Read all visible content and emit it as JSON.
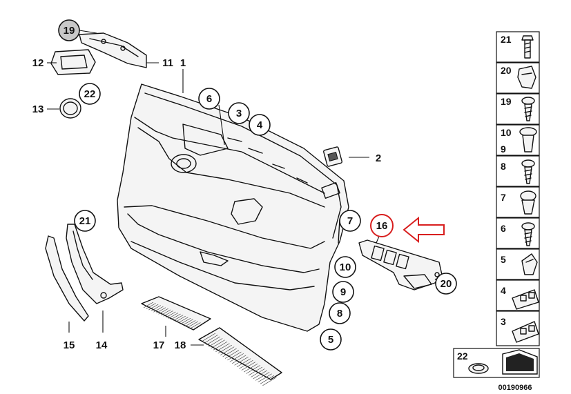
{
  "diagram_id": "00190966",
  "highlight_color": "#d81e1e",
  "callouts": [
    "1",
    "2",
    "3",
    "4",
    "5",
    "6",
    "7",
    "8",
    "9",
    "10",
    "11",
    "12",
    "13",
    "14",
    "15",
    "16",
    "17",
    "18",
    "19",
    "20",
    "21",
    "22"
  ],
  "sidebar_items": [
    "21",
    "20",
    "19",
    "10",
    "9",
    "8",
    "7",
    "6",
    "5",
    "4",
    "3",
    "22"
  ]
}
